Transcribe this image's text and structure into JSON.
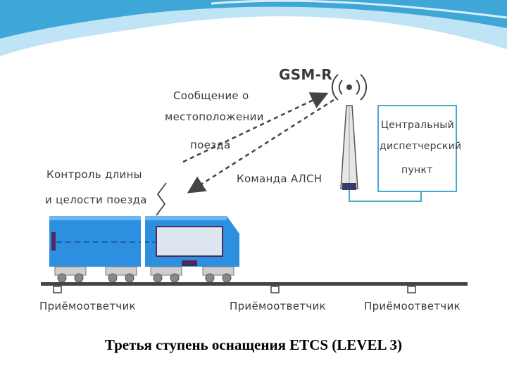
{
  "diagram": {
    "gsm_label": "GSM-R",
    "message_label": [
      "Сообщение о",
      "местоположении",
      "поезда"
    ],
    "command_label": "Команда АЛСН",
    "train_control_label": [
      "Контроль длины",
      "и целости поезда"
    ],
    "center_label": [
      "Центральный",
      "диспетчерский",
      "пункт"
    ],
    "transponders": [
      "Приёмоответчик",
      "Приёмоответчик",
      "Приёмоответчик"
    ]
  },
  "caption": "Третья ступень оснащения ETCS (LEVEL 3)",
  "colors": {
    "train": "#2d8fe0",
    "train_dark": "#1c5fb0",
    "dispatch_box": "#4aa8d0",
    "slide_wave": "#3fa7d8",
    "dashed_arrow": "#444444"
  }
}
